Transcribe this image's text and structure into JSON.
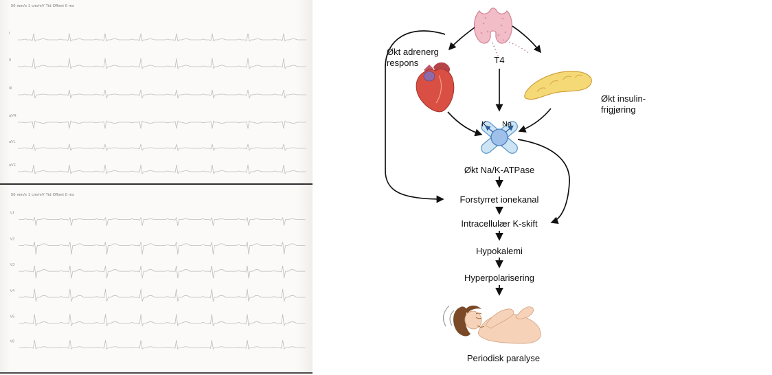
{
  "ecg": {
    "panels": [
      {
        "id": "limb",
        "header": "50 mm/s  1 cm/mV  Tid Offset 0 ms",
        "leads": [
          "I",
          "II",
          "III",
          "aVR",
          "aVL",
          "aVF"
        ]
      },
      {
        "id": "chest",
        "header": "50 mm/s  1 cm/mV  Tid Offset 0 ms",
        "leads": [
          "V1",
          "V2",
          "V3",
          "V4",
          "V5",
          "V6"
        ]
      }
    ],
    "trace_color": "#bdbdbd"
  },
  "diagram": {
    "labels": {
      "adrenergic": "Økt adrenerg\nrespons",
      "t4": "T4",
      "insulin": "Økt insulin-\nfrigjøring",
      "k": "K",
      "na": "Na"
    },
    "flow": [
      "Økt Na/K-ATPase",
      "Forstyrret ionekanal",
      "Intracellulær K-skift",
      "Hypokalemi",
      "Hyperpolarisering"
    ],
    "final": "Periodisk paralyse",
    "icons": [
      "thyroid-icon",
      "heart-icon",
      "pancreas-icon",
      "ion-pump-icon",
      "patient-icon"
    ],
    "colors": {
      "thyroid": "#f3bdc8",
      "heart": "#d94f43",
      "pancreas": "#f5d977",
      "pump": "#9fc0e8",
      "arrow": "#111111"
    }
  }
}
